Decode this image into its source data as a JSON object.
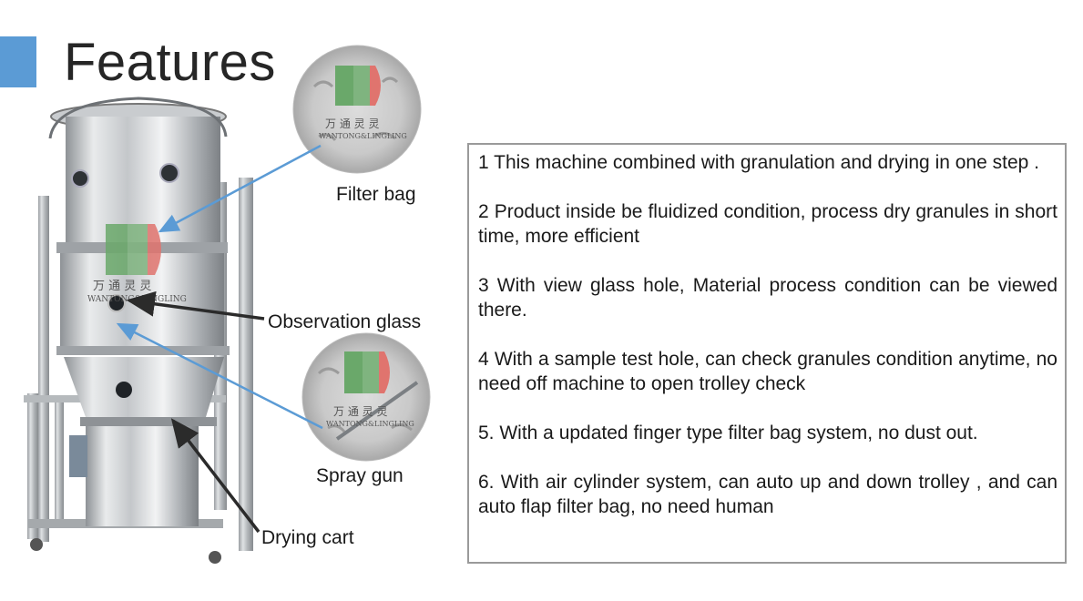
{
  "slide": {
    "title": "Features",
    "accent_color": "#5b9bd5",
    "arrow_color": "#5b9bd5"
  },
  "watermark": {
    "brand_cn": "万 通 灵 灵",
    "brand_en": "WANTONG&LINGLING"
  },
  "callouts": {
    "filter_bag": "Filter bag",
    "observation_glass": "Observation glass",
    "spray_gun": "Spray gun",
    "drying_cart": "Drying cart"
  },
  "features": [
    "1 This machine combined with granulation and drying in one step .",
    "2 Product inside be fluidized condition, process dry granules in short time, more efficient",
    "3 With view glass hole, Material process condition can be viewed there.",
    "4 With a sample test hole, can check granules condition anytime, no need off machine to open trolley check",
    "5. With a updated finger type filter bag system, no dust out.",
    "6. With air cylinder system, can auto up and down trolley , and can auto flap filter bag, no need human"
  ]
}
